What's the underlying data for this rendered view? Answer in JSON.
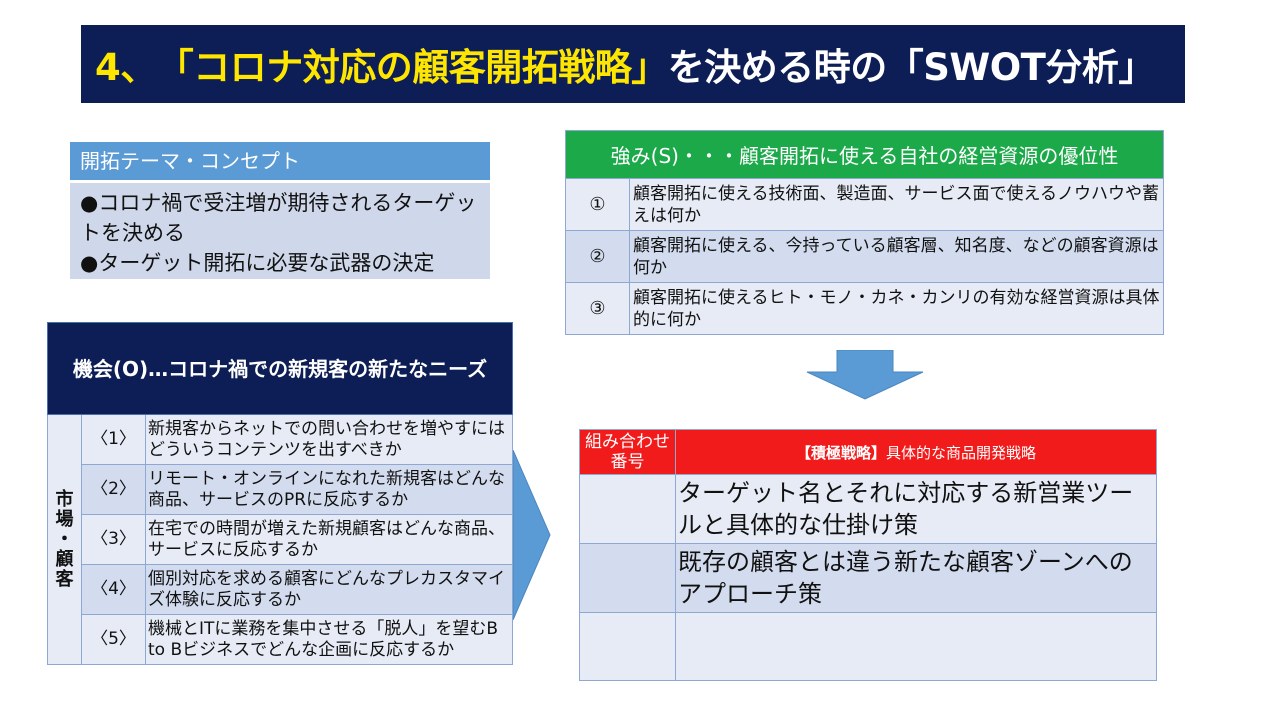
{
  "title": {
    "prefix": "4、",
    "highlight": "「コロナ対応の顧客開拓戦略」",
    "suffix": "を決める時の「SWOT分析」"
  },
  "concept": {
    "heading": "開拓テーマ・コンセプト",
    "lines": [
      "●コロナ禍で受注増が期待されるターゲットを決める",
      "●ターゲット開拓に必要な武器の決定"
    ]
  },
  "opportunity": {
    "heading": "機会(O)…コロナ禍での新規客の新たなニーズ",
    "side_label": "市場・顧客",
    "rows": [
      {
        "num": "〈1〉",
        "text": "新規客からネットでの問い合わせを増やすにはどういうコンテンツを出すべきか"
      },
      {
        "num": "〈2〉",
        "text": "リモート・オンラインになれた新規客はどんな商品、サービスのPRに反応するか"
      },
      {
        "num": "〈3〉",
        "text": "在宅での時間が増えた新規顧客はどんな商品、サービスに反応するか"
      },
      {
        "num": "〈4〉",
        "text": "個別対応を求める顧客にどんなプレカスタマイズ体験に反応するか"
      },
      {
        "num": "〈5〉",
        "text": "機械とITに業務を集中させる「脱人」を望むB to Bビジネスでどんな企画に反応するか"
      }
    ]
  },
  "strength": {
    "heading": "強み(S)・・・顧客開拓に使える自社の経営資源の優位性",
    "rows": [
      {
        "num": "①",
        "text": "顧客開拓に使える技術面、製造面、サービス面で使えるノウハウや蓄えは何か"
      },
      {
        "num": "②",
        "text": "顧客開拓に使える、今持っている顧客層、知名度、などの顧客資源は何か"
      },
      {
        "num": "③",
        "text": "顧客開拓に使えるヒト・モノ・カネ・カンリの有効な経営資源は具体的に何か"
      }
    ]
  },
  "strategy": {
    "num_header": "組み合わせ番号",
    "heading_bold": "【積極戦略】",
    "heading_rest": "具体的な商品開発戦略",
    "rows": [
      {
        "num": "",
        "text": "ターゲット名とそれに対応する新営業ツールと具体的な仕掛け策"
      },
      {
        "num": "",
        "text": "既存の顧客とは違う新たな顧客ゾーンへのアプローチ策"
      },
      {
        "num": "",
        "text": ""
      }
    ]
  },
  "colors": {
    "title_bg": "#0c1e55",
    "title_highlight": "#ffe600",
    "concept_head": "#5b9bd5",
    "strength_head": "#1ca94a",
    "strategy_head": "#f21b1b",
    "arrow": "#5b9bd5"
  }
}
